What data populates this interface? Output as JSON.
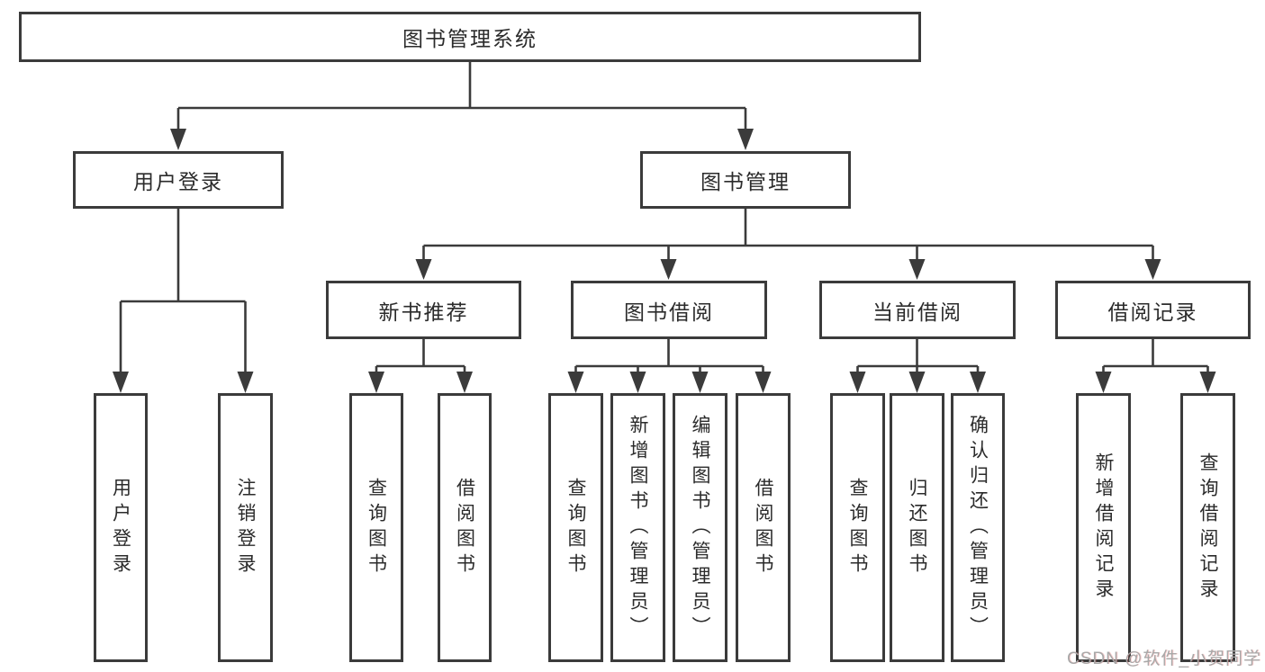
{
  "diagram": {
    "root": {
      "label": "图书管理系统"
    },
    "branches": [
      {
        "label": "用户登录",
        "children": [
          {
            "label": "用户登录"
          },
          {
            "label": "注销登录"
          }
        ]
      },
      {
        "label": "图书管理",
        "sections": [
          {
            "label": "新书推荐",
            "children": [
              {
                "label": "查询图书"
              },
              {
                "label": "借阅图书"
              }
            ]
          },
          {
            "label": "图书借阅",
            "children": [
              {
                "label": "查询图书"
              },
              {
                "label": "新增图书（管理员）"
              },
              {
                "label": "编辑图书（管理员）"
              },
              {
                "label": "借阅图书"
              }
            ]
          },
          {
            "label": "当前借阅",
            "children": [
              {
                "label": "查询图书"
              },
              {
                "label": "归还图书"
              },
              {
                "label": "确认归还（管理员）"
              }
            ]
          },
          {
            "label": "借阅记录",
            "children": [
              {
                "label": "新增借阅记录"
              },
              {
                "label": "查询借阅记录"
              }
            ]
          }
        ]
      }
    ]
  },
  "watermark": {
    "text": "CSDN @软件_小贺同学"
  },
  "colors": {
    "line": "#3b3b3b",
    "text": "#2b2b2b",
    "watermark": "#a8a8a8",
    "background": "#ffffff"
  }
}
